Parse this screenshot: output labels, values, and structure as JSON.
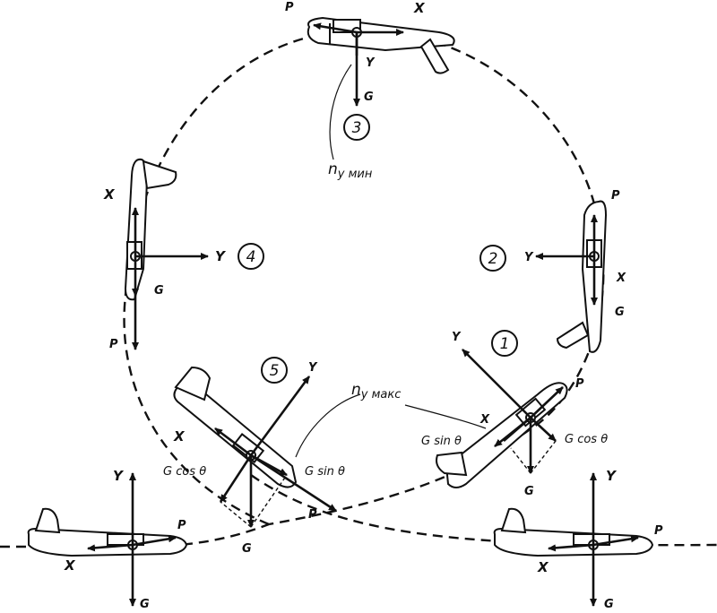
{
  "labels": {
    "X": "X",
    "Y": "Y",
    "P": "P",
    "G": "G",
    "G_cos": "G cos θ",
    "G_sin": "G sin θ",
    "ny_min": "n",
    "ny_min_sub": "у мин",
    "ny_max": "n",
    "ny_max_sub": "у макс"
  },
  "positions": {
    "p1": "1",
    "p2": "2",
    "p3": "3",
    "p4": "4",
    "p5": "5"
  },
  "colors": {
    "ink": "#111111",
    "background": "#ffffff"
  }
}
